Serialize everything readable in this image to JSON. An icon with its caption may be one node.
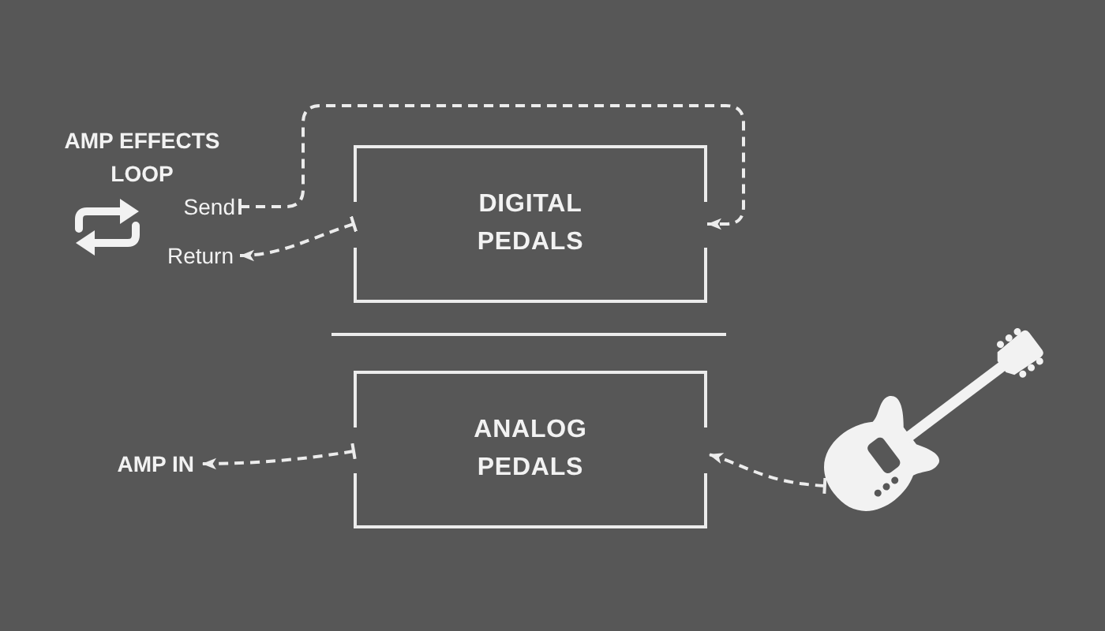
{
  "diagram": {
    "nodes": [
      {
        "text": [
          "DIGITAL PEDALS"
        ]
      },
      {
        "text": [
          "ANALOG PEDALS"
        ]
      },
      {
        "text": [
          "Send"
        ]
      },
      {
        "text": [
          "Return"
        ]
      },
      {
        "text": [
          "AMP IN"
        ]
      },
      {
        "text": [],
        "shape": "picture"
      }
    ],
    "edges": [
      {
        "from": 2,
        "to": 0,
        "arrow": "to",
        "style": "dashed"
      },
      {
        "from": 0,
        "to": 3,
        "arrow": "to",
        "style": "dashed"
      },
      {
        "from": 1,
        "to": 4,
        "arrow": "to",
        "style": "dashed"
      },
      {
        "from": 5,
        "to": 1,
        "arrow": "to",
        "style": "dashed"
      }
    ],
    "labels": [
      "AMP EFFECTS LOOP"
    ]
  }
}
